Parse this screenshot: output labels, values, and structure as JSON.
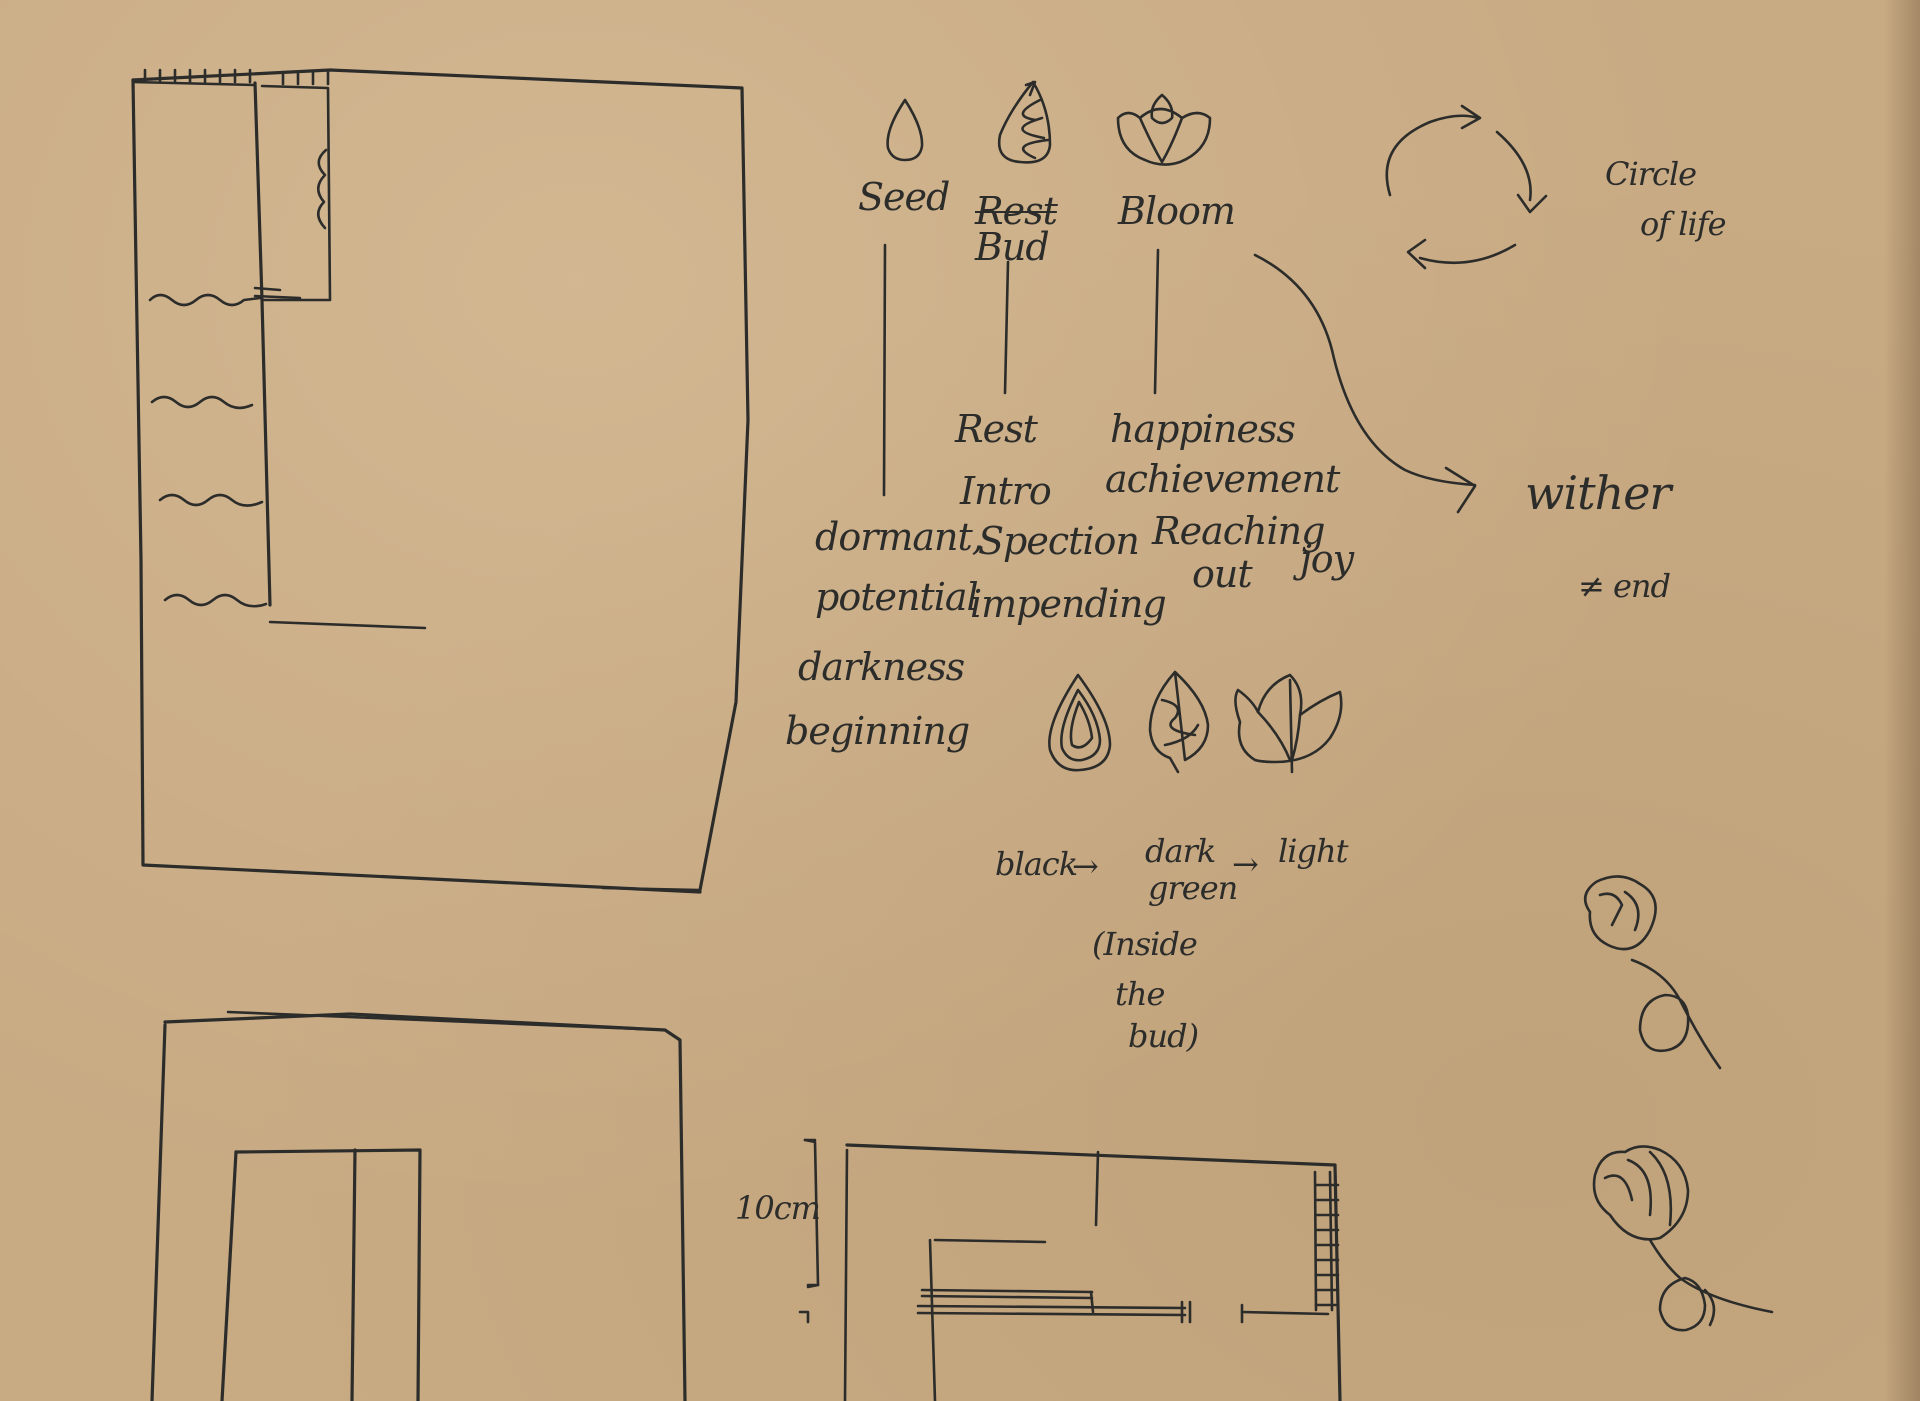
{
  "stages": {
    "seed": "Seed",
    "rest_crossed": "Rest",
    "bud": "Bud",
    "bloom": "Bloom"
  },
  "seed_notes": [
    "dormant,",
    "potential",
    "darkness",
    "beginning"
  ],
  "bud_notes": [
    "Rest",
    "Intro",
    "Spection",
    "impending"
  ],
  "bloom_notes": [
    "happiness",
    "achievement",
    "Reaching",
    "out",
    "joy"
  ],
  "cycle": {
    "label_line1": "Circle",
    "label_line2": "of life"
  },
  "wither": {
    "label": "wither",
    "end": "≠ end"
  },
  "color_note": {
    "black": "black",
    "dark": "dark",
    "green": "green",
    "light": "light",
    "arrow": "→"
  },
  "inside_note": [
    "(Inside",
    "the",
    "bud)"
  ],
  "dimension": "10cm",
  "ink_color": "#2c2c2a",
  "paper_color": "#c8aa83"
}
